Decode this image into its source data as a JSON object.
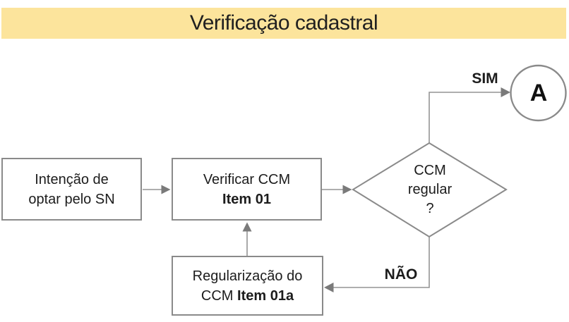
{
  "title": "Verificação cadastral",
  "colors": {
    "banner_bg": "#FCE49C",
    "line": "#949494",
    "arrow": "#7A7A7A",
    "text": "#1C1C1C",
    "node_border": "#8A8A8A",
    "node_bg": "#FFFFFF"
  },
  "nodes": {
    "start": {
      "line1": "Intenção de",
      "line2": "optar pelo SN"
    },
    "verify": {
      "line1": "Verificar CCM",
      "item_bold": "Item 01"
    },
    "regularize": {
      "line1": "Regularização do",
      "line2_prefix": "CCM ",
      "item_bold": "Item 01a"
    },
    "decision": {
      "line1": "CCM",
      "line2": "regular",
      "line3": "?"
    },
    "connector_a": {
      "label": "A"
    }
  },
  "edges": {
    "yes_label": "SIM",
    "no_label": "NÃO"
  }
}
